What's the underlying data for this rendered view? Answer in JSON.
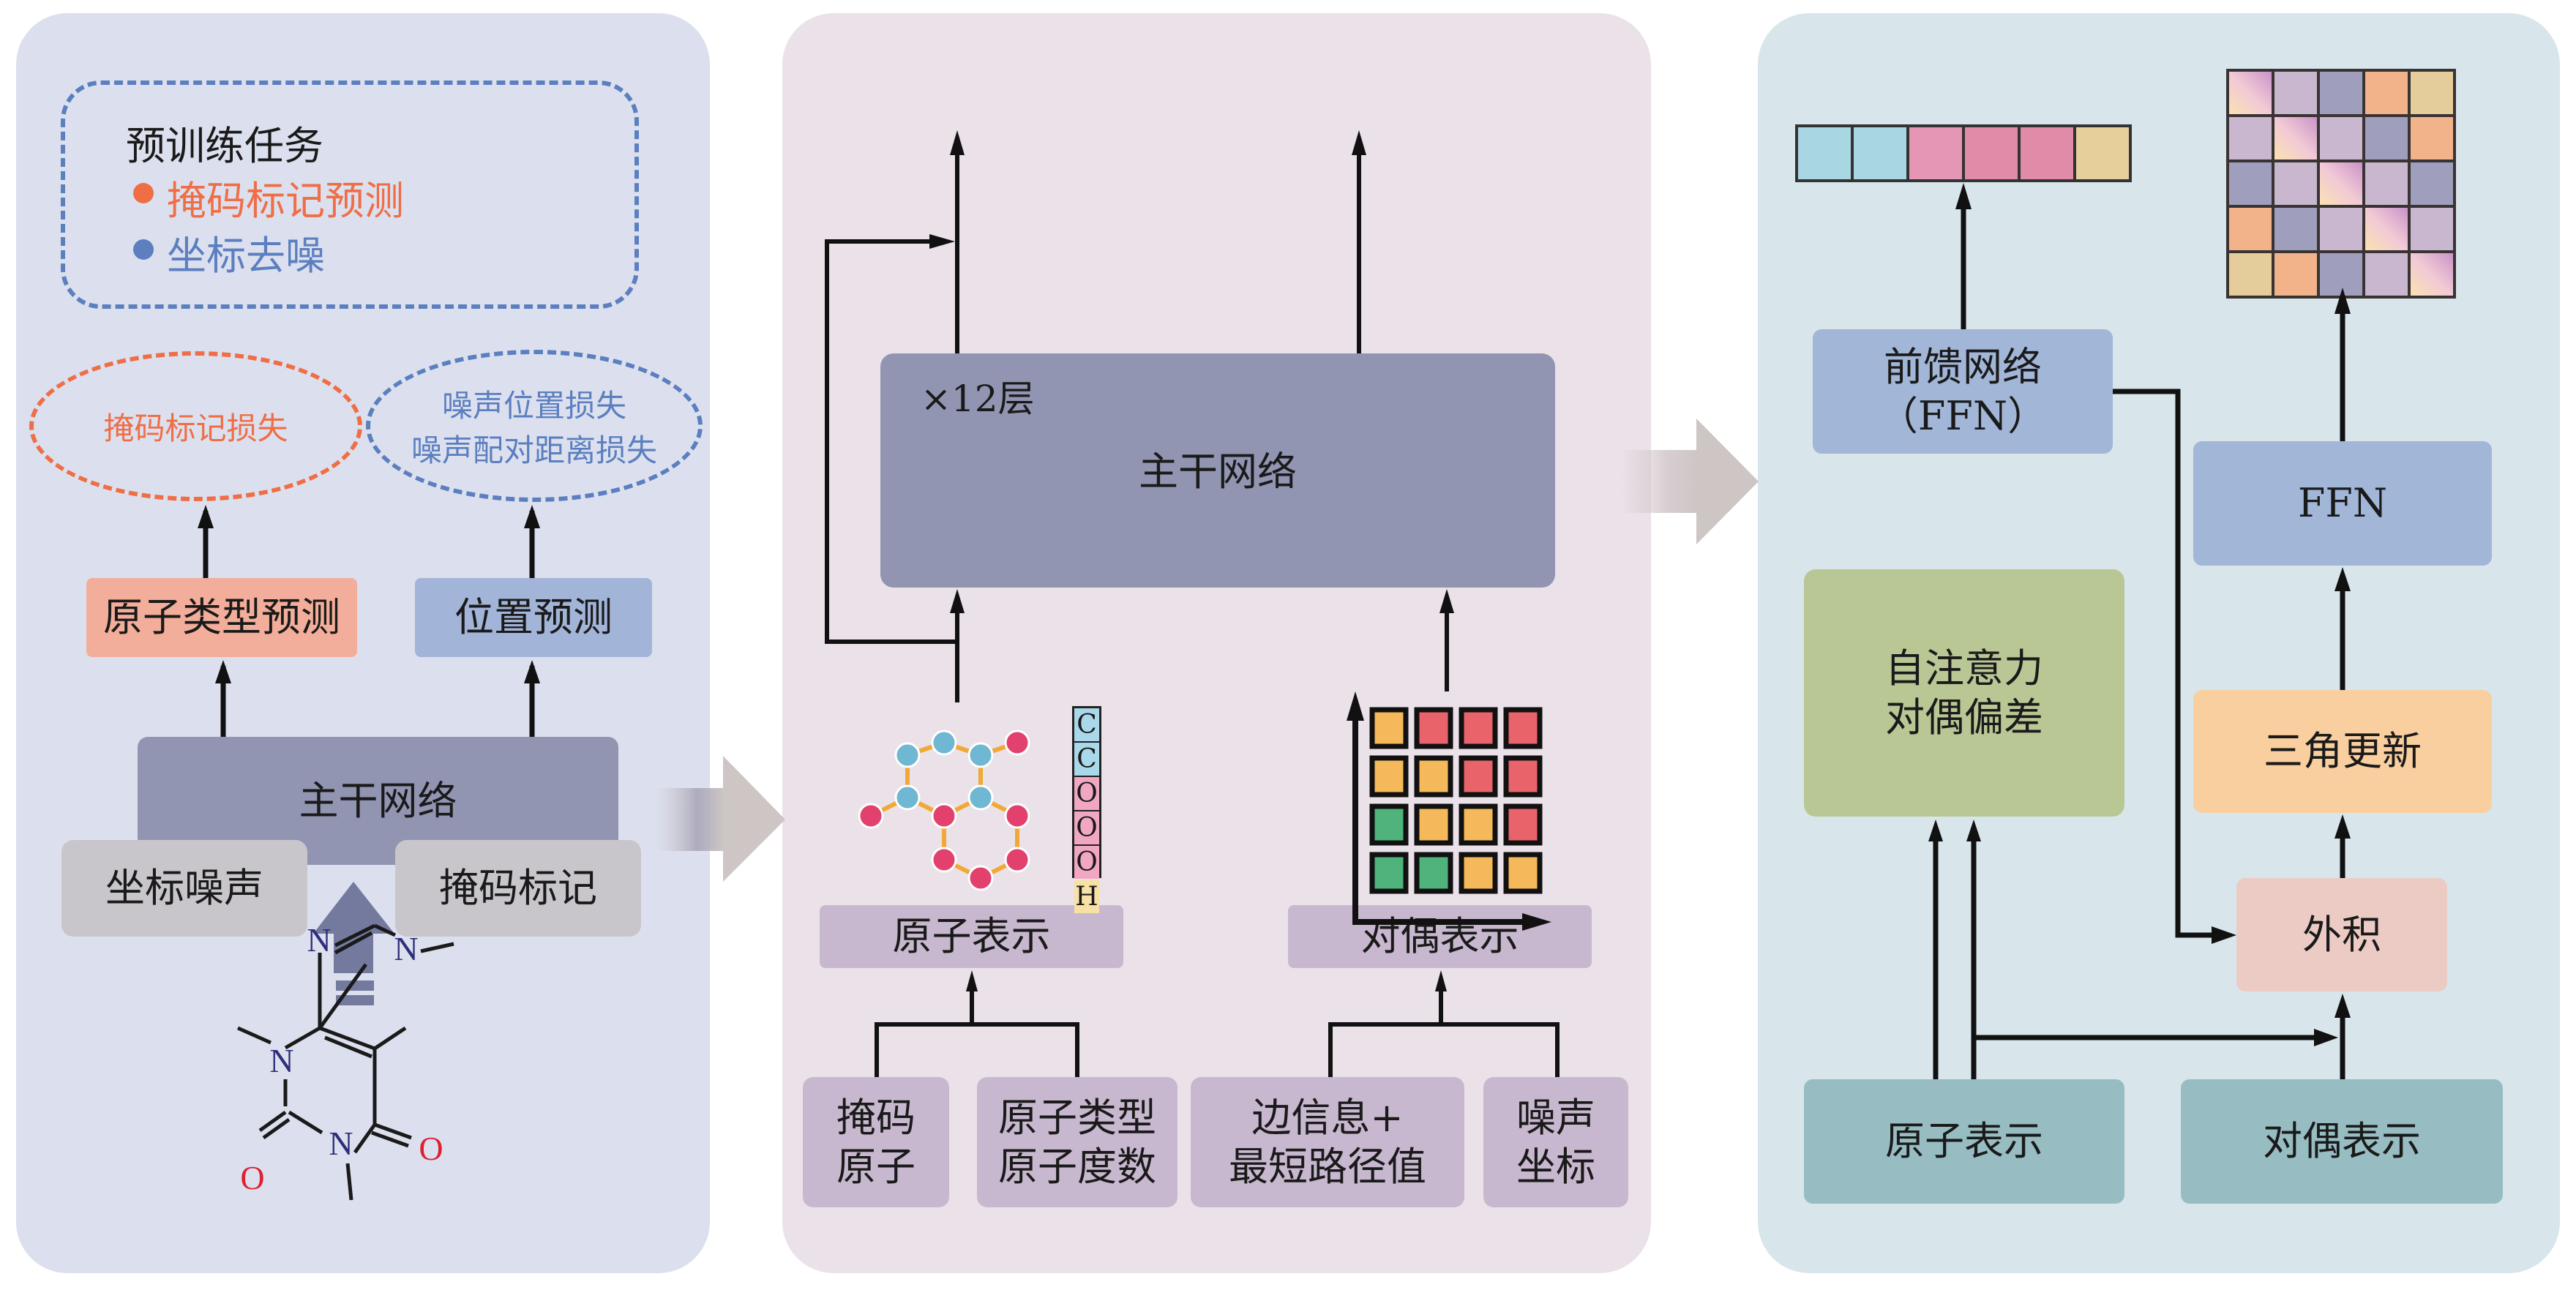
{
  "colors": {
    "left_panel_bg": "#dce0ee",
    "middle_panel_bg": "#ebe1e9",
    "right_panel_bg": "#d8e6ec",
    "orange_accent": "#ef6e46",
    "blue_accent": "#5b7fbf",
    "backbone_box": "#9195b2",
    "atom_type_pred_box": "#f2ae9a",
    "position_pred_box": "#a2b5d8",
    "gray_input_box": "#c8c6cb",
    "purple_box": "#c8b8cf",
    "ffn_box": "#a2b6d8",
    "self_attention_box": "#b8c794",
    "triangle_update_box": "#facfa0",
    "outer_product_box": "#ebcbc4",
    "teal_box": "#97bdc2",
    "transition_arrow": "#cdc6c4"
  },
  "left_panel": {
    "pretrain_tasks": {
      "title": "预训练任务",
      "items": [
        {
          "label": "掩码标记预测",
          "color": "#ef6e46"
        },
        {
          "label": "坐标去噪",
          "color": "#5b7fbf"
        }
      ]
    },
    "losses": {
      "mask_loss": "掩码标记损失",
      "noise_loss_line1": "噪声位置损失",
      "noise_loss_line2": "噪声配对距离损失"
    },
    "heads": {
      "atom_type_prediction": "原子类型预测",
      "position_prediction": "位置预测"
    },
    "backbone": "主干网络",
    "inputs": {
      "coord_noise": "坐标噪声",
      "mask_tokens": "掩码标记"
    },
    "molecule": {
      "atoms": [
        "N",
        "N",
        "N",
        "N",
        "O",
        "O"
      ]
    }
  },
  "middle_panel": {
    "layers_label": "×12层",
    "backbone": "主干网络",
    "atom_repr": "原子表示",
    "pair_repr": "对偶表示",
    "token_column": [
      "C",
      "C",
      "O",
      "O",
      "O",
      "H"
    ],
    "token_colors": [
      "#a9d8ea",
      "#a9d8ea",
      "#f1a7c4",
      "#f1a7c4",
      "#f1a7c4",
      "#f8e1a5"
    ],
    "pair_grid": [
      [
        "#f5b95c",
        "#e9636b",
        "#e9636b",
        "#e9636b"
      ],
      [
        "#f5b95c",
        "#f5b95c",
        "#e9636b",
        "#e9636b"
      ],
      [
        "#4fb37b",
        "#f5b95c",
        "#f5b95c",
        "#e9636b"
      ],
      [
        "#4fb37b",
        "#4fb37b",
        "#f5b95c",
        "#f5b95c"
      ]
    ],
    "inputs": {
      "masked_atoms": "掩码\n原子",
      "atom_type_degree": "原子类型\n原子度数",
      "edge_shortest_path": "边信息+\n最短路径值",
      "noisy_coords": "噪声\n坐标"
    }
  },
  "right_panel": {
    "ffn_full": "前馈网络\n（FFN）",
    "ffn": "FFN",
    "self_attention_pair_bias": "自注意力\n对偶偏差",
    "triangle_update": "三角更新",
    "outer_product": "外积",
    "atom_repr": "原子表示",
    "pair_repr": "对偶表示",
    "atom_output_colors": [
      "#a9d6e3",
      "#a9d6e3",
      "#e596b4",
      "#e08ca9",
      "#e08ca9",
      "#e7cf9c"
    ],
    "pair_output_grid": [
      [
        "grad",
        "#c9b7cf",
        "#9f9fbd",
        "#f2b38b",
        "#e4cd9a"
      ],
      [
        "#c9b7cf",
        "grad",
        "#c9b7cf",
        "#9f9fbd",
        "#f2b38b"
      ],
      [
        "#9f9fbd",
        "#c9b7cf",
        "grad",
        "#c9b7cf",
        "#9f9fbd"
      ],
      [
        "#f2b38b",
        "#9f9fbd",
        "#c9b7cf",
        "grad",
        "#c9b7cf"
      ],
      [
        "#e4cd9a",
        "#f2b38b",
        "#9f9fbd",
        "#c9b7cf",
        "grad"
      ]
    ]
  }
}
